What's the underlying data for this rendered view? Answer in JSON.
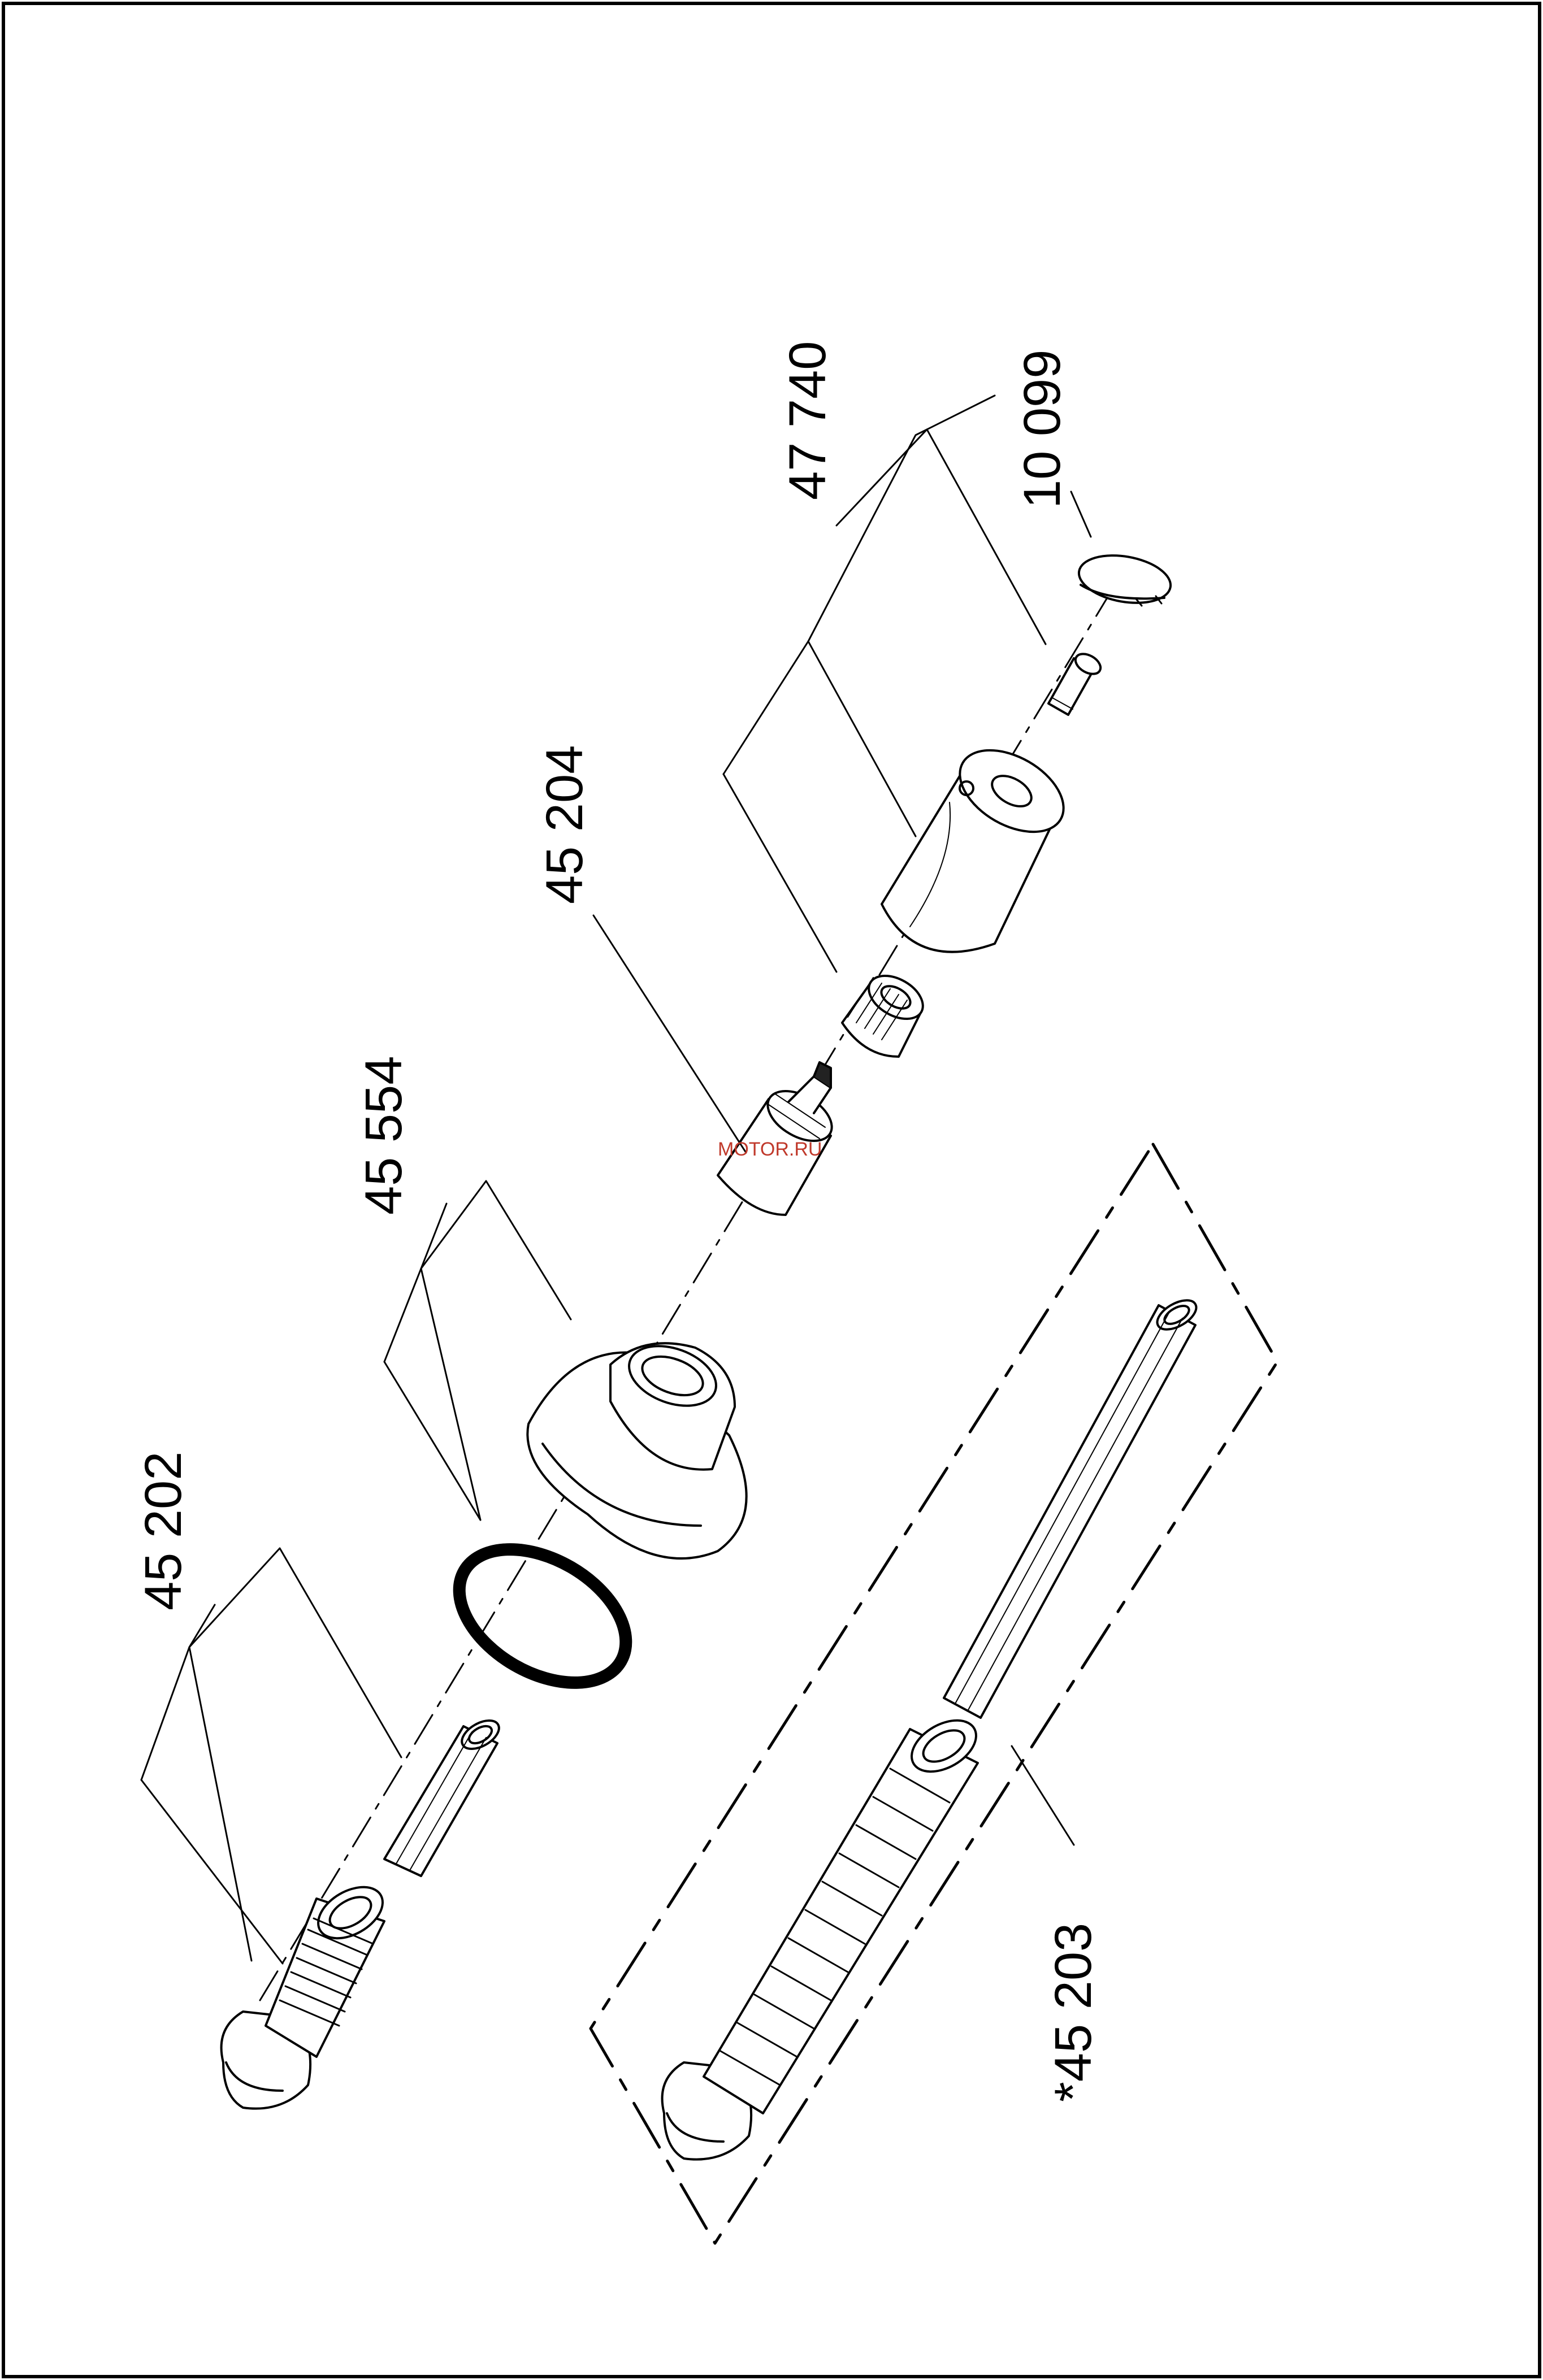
{
  "labels": {
    "p45202": "45 202",
    "p45554": "45 554",
    "p45204": "45 204",
    "p47740": "47 740",
    "p10099": "10 099",
    "p45203": "*45 203"
  },
  "watermark": "MOTOR.RU",
  "colors": {
    "line": "#000000",
    "background": "#ffffff",
    "watermark": "#c0392b"
  }
}
